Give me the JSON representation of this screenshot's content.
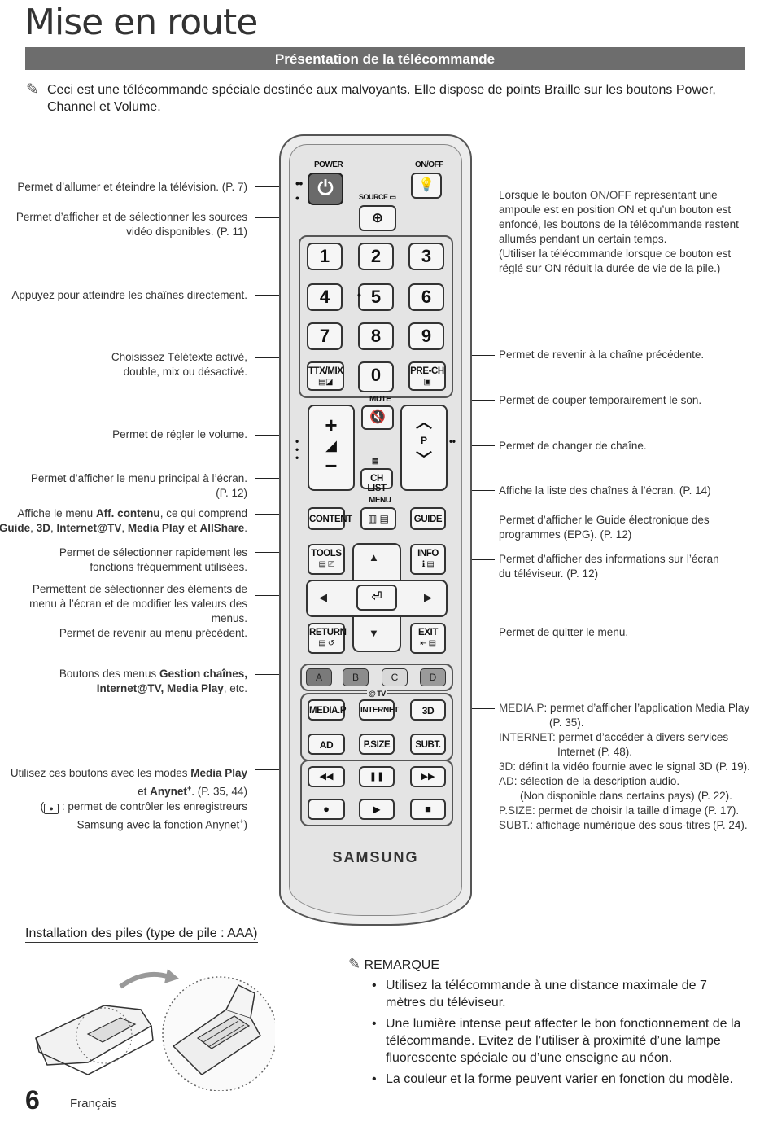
{
  "page": {
    "title": "Mise en route",
    "section_title": "Présentation de la télécommande",
    "intro": "Ceci est une télécommande spéciale destinée aux malvoyants. Elle dispose de points Braille sur les boutons Power, Channel et Volume.",
    "page_number": "6",
    "language": "Français"
  },
  "left_labels": {
    "power": "Permet d’allumer et éteindre la télévision. (P. 7)",
    "source_1": "Permet d’afficher et de sélectionner les sources",
    "source_2": "vidéo disponibles. (P. 11)",
    "numbers": "Appuyez pour atteindre les chaînes directement.",
    "ttx_1": "Choisissez Télétexte activé,",
    "ttx_2": "double, mix ou désactivé.",
    "volume": "Permet de régler le volume.",
    "menu_1": "Permet d’afficher le menu principal à l’écran.",
    "menu_2": "(P. 12)",
    "content_a": "Affiche le menu ",
    "content_b": "Aff. contenu",
    "content_c": ", ce qui comprend",
    "content_d": "Guide",
    "content_e": ", ",
    "content_f": "3D",
    "content_g": ", ",
    "content_h": "Internet@TV",
    "content_i": ", ",
    "content_j": "Media Play",
    "content_k": " et ",
    "content_l": "AllShare",
    "content_m": ".",
    "tools_1": "Permet de sélectionner rapidement les",
    "tools_2": "fonctions fréquemment utilisées.",
    "nav_1": "Permettent de sélectionner des éléments de",
    "nav_2": "menu à l’écran et de modifier les valeurs des",
    "nav_3": "menus.",
    "return": "Permet de revenir au menu précédent.",
    "color_a": "Boutons des menus ",
    "color_b": "Gestion chaînes,",
    "color_c": "Internet@TV, Media Play",
    "color_d": ", etc.",
    "media_a": "Utilisez ces boutons avec les modes ",
    "media_b": "Media Play",
    "media_c": "et ",
    "media_d": "Anynet",
    "media_e": "+",
    "media_f": ". (P. 35, 44)",
    "media_g": "(",
    "media_h": " : permet de contrôler les enregistreurs",
    "media_i": "Samsung avec la fonction Anynet",
    "media_j": "+",
    "media_k": ")"
  },
  "right_labels": {
    "onoff_a": "Lorsque le bouton ",
    "onoff_b": "ON/OFF",
    "onoff_c": " représentant une",
    "onoff_d": "ampoule est en position ON et qu’un bouton est",
    "onoff_e": "enfoncé, les boutons de la télécommande restent",
    "onoff_f": "allumés pendant un certain temps.",
    "onoff_g": "(Utiliser la télécommande lorsque ce bouton est",
    "onoff_h": "réglé sur ON réduit la durée de vie de la pile.)",
    "prech": "Permet de revenir à la chaîne précédente.",
    "mute": "Permet de couper temporairement le son.",
    "channel": "Permet de changer de chaîne.",
    "chlist": "Affiche la liste des chaînes à l’écran. (P. 14)",
    "guide_1": "Permet d’afficher le Guide électronique des",
    "guide_2": "programmes (EPG). (P. 12)",
    "info_1": "Permet d’afficher des informations sur l’écran",
    "info_2": "du téléviseur. (P. 12)",
    "exit": "Permet de quitter le menu.",
    "mediap_k": "MEDIA.P",
    "mediap_v": ": permet d’afficher l’application Media Play",
    "mediap_v2": "(P. 35).",
    "internet_k": "INTERNET",
    "internet_v": ": permet d’accéder à divers services",
    "internet_v2": "Internet (P. 48).",
    "threed_k": "3D",
    "threed_v": ": définit la vidéo fournie avec le signal 3D (P. 19).",
    "ad_k": "AD",
    "ad_v": ": sélection de la description audio.",
    "ad_v2": "(Non disponible dans certains pays) (P. 22).",
    "psize_k": "P.SIZE",
    "psize_v": ": permet de choisir la taille d’image (P. 17).",
    "subt_k": "SUBT.",
    "subt_v": ": affichage numérique des sous-titres (P. 24)."
  },
  "remote": {
    "power": "POWER",
    "onoff": "ON/OFF",
    "source": "SOURCE",
    "digits": [
      "1",
      "2",
      "3",
      "4",
      "5",
      "6",
      "7",
      "8",
      "9",
      "0"
    ],
    "ttx": "TTX/MIX",
    "prech": "PRE-CH",
    "mute": "MUTE",
    "p": "P",
    "chlist": "CH LIST",
    "menu": "MENU",
    "content": "CONTENT",
    "guide": "GUIDE",
    "tools": "TOOLS",
    "info": "INFO",
    "return": "RETURN",
    "exit": "EXIT",
    "colors": [
      "A",
      "B",
      "C",
      "D"
    ],
    "at_tv": "@ TV",
    "mediap": "MEDIA.P",
    "internet": "INTERNET",
    "threed": "3D",
    "ad": "AD",
    "psize": "P.SIZE",
    "subt": "SUBT.",
    "brand": "SAMSUNG"
  },
  "install": {
    "title": "Installation des piles (type de pile : AAA)"
  },
  "note": {
    "heading": "REMARQUE",
    "items": [
      "Utilisez la télécommande à une distance maximale de 7 mètres du téléviseur.",
      "Une lumière intense peut affecter le bon fonctionnement de la télécommande. Evitez de l’utiliser à proximité d’une lampe fluorescente spéciale ou d’une enseigne au néon.",
      "La couleur et la forme peuvent varier en fonction du modèle."
    ]
  },
  "colors": {
    "section_bar": "#6d6d6d",
    "color_a": "#7a7a7a",
    "color_b": "#8c8c8c",
    "color_c": "#d8d8d8",
    "color_d": "#9a9a9a"
  }
}
